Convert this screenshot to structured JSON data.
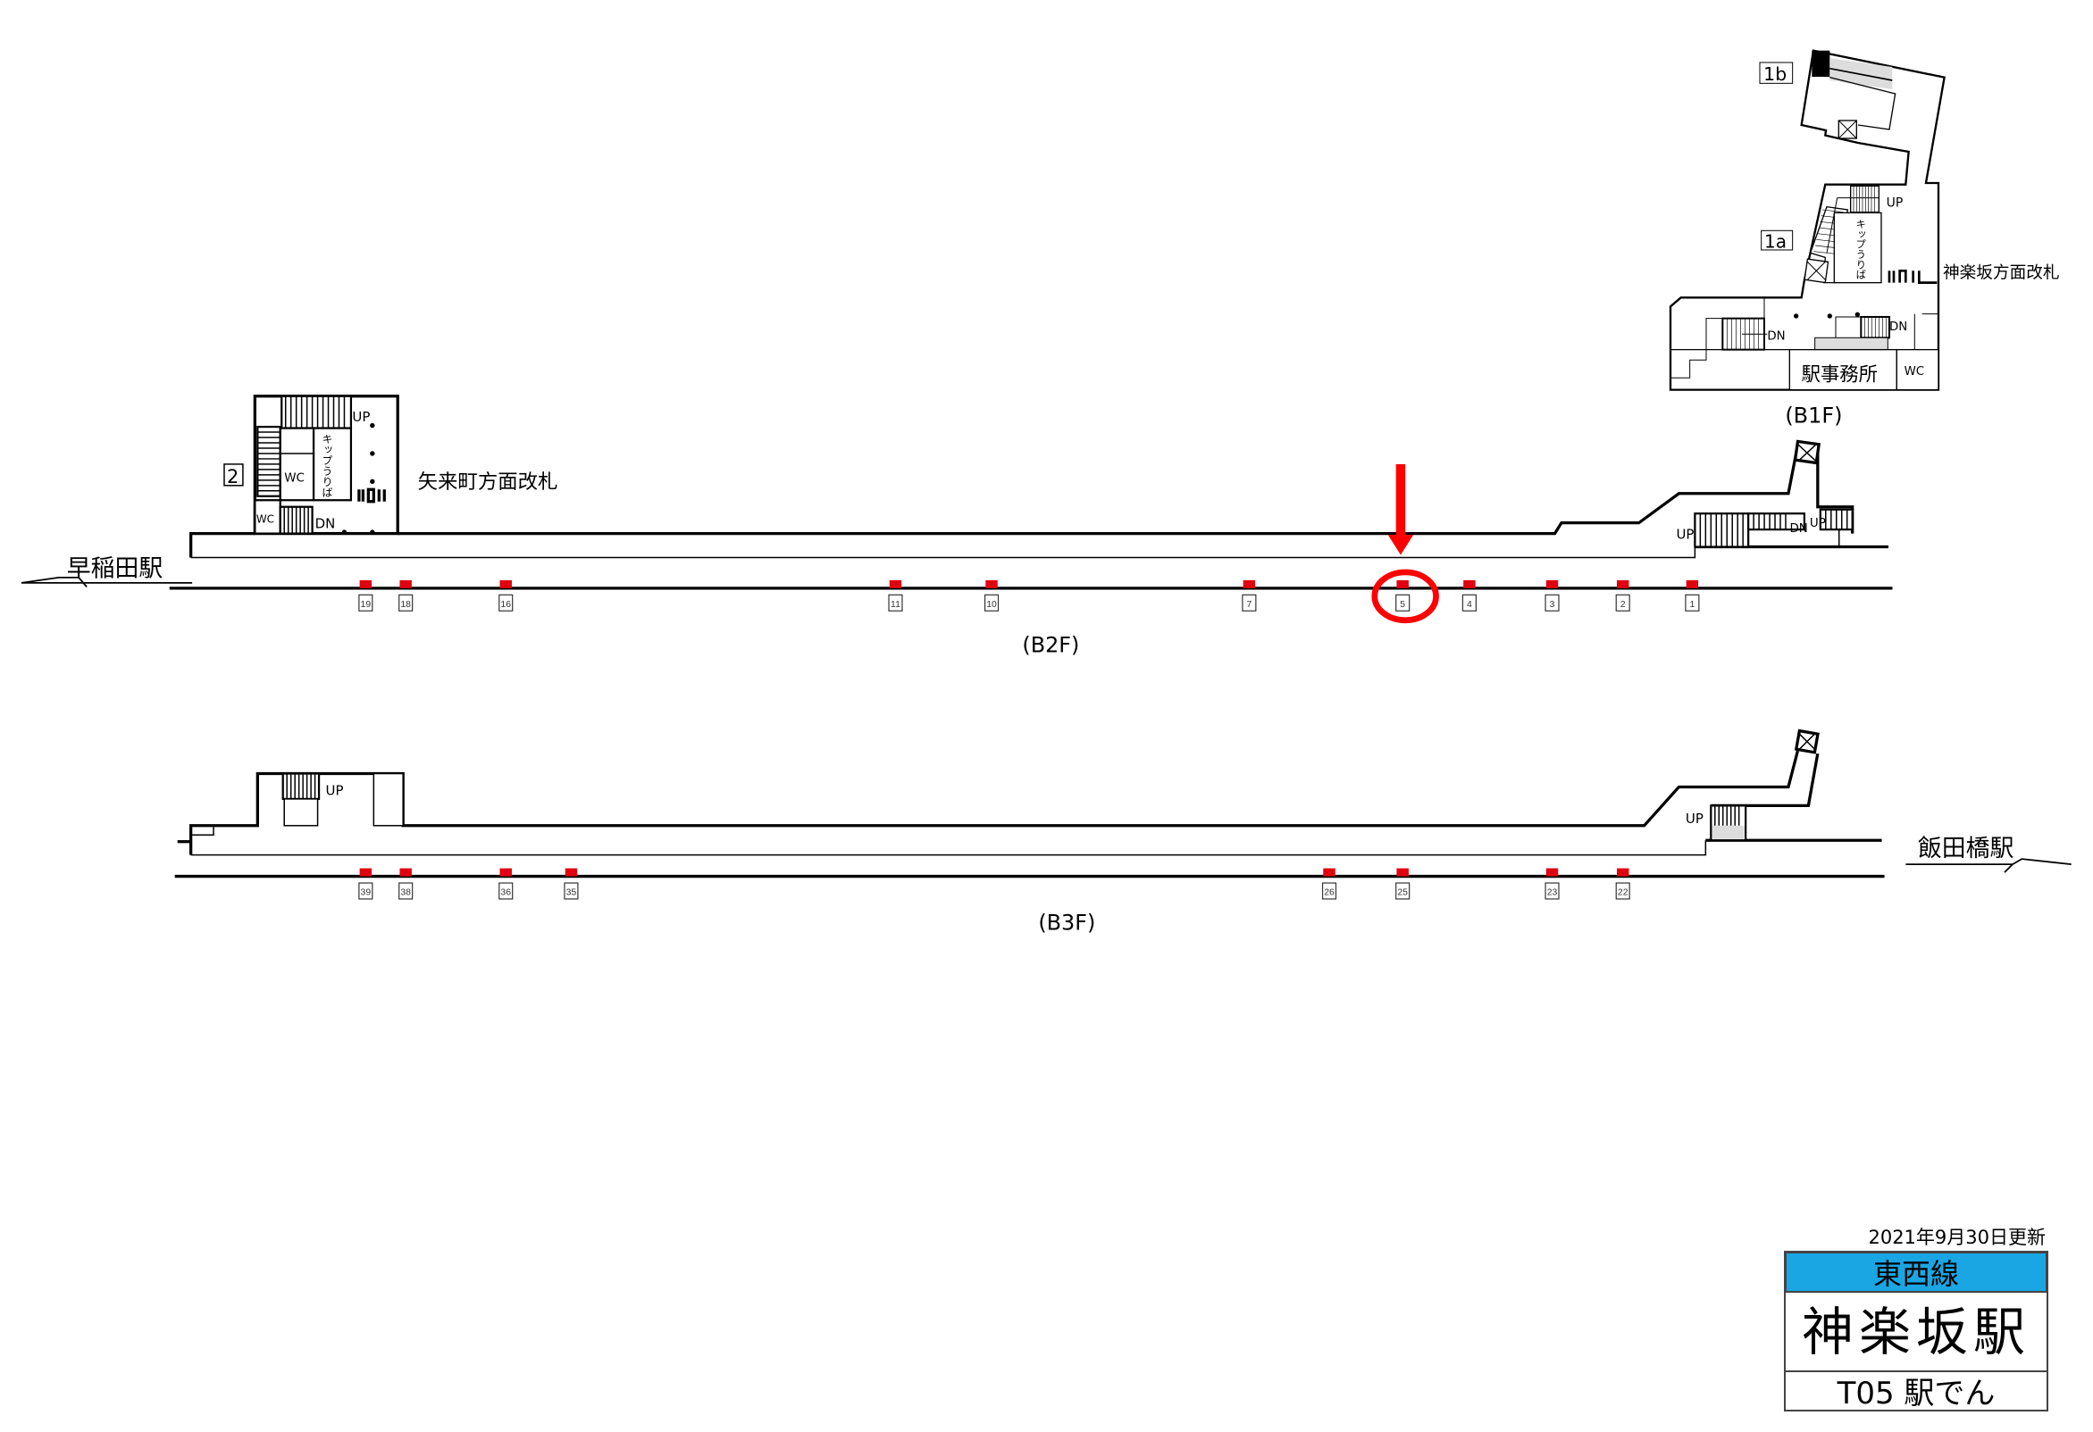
{
  "floors": {
    "b1f": {
      "label": "(B1F)",
      "exit_1a": "1a",
      "exit_1b": "1b",
      "gate": "神楽坂方面改札",
      "ticket": "キップうりば",
      "office": "駅事務所",
      "wc": "WC",
      "up": "UP",
      "dn_left": "DN",
      "dn_right": "DN"
    },
    "b2f": {
      "label": "(B2F)",
      "exit_2": "2",
      "gate": "矢来町方面改札",
      "ticket": "キップうりば",
      "wc_upper": "WC",
      "wc_lower": "WC",
      "up_left": "UP",
      "dn_left": "DN",
      "up_right": "UP",
      "dn_right": "DN",
      "up_right2": "UP",
      "direction_station": "早稲田駅",
      "cars": [
        "19",
        "18",
        "16",
        "11",
        "10",
        "7",
        "5",
        "4",
        "3",
        "2",
        "1"
      ],
      "highlighted_car": "5"
    },
    "b3f": {
      "label": "(B3F)",
      "up_left": "UP",
      "up_right": "UP",
      "direction_station": "飯田橋駅",
      "cars": [
        "39",
        "38",
        "36",
        "35",
        "26",
        "25",
        "23",
        "22"
      ]
    }
  },
  "info": {
    "updated": "2021年9月30日更新",
    "line": "東西線",
    "station": "神楽坂駅",
    "code_caption": "T05 駅でん"
  },
  "colors": {
    "line_band": "#1aa6e3",
    "car_marker": "#e00010",
    "highlight": "#ff0000"
  }
}
